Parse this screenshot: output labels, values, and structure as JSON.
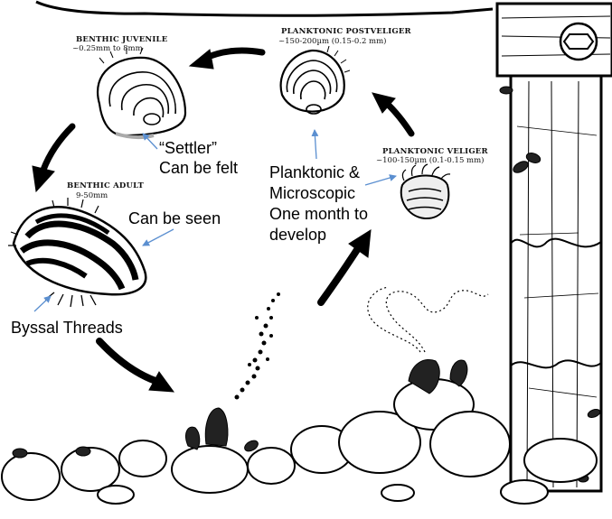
{
  "stages": {
    "benthic_juvenile": {
      "title": "BENTHIC JUVENILE",
      "size": "~0.25mm to 8mm"
    },
    "planktonic_postveliger": {
      "title": "PLANKTONIC POSTVELIGER",
      "size": "~150-200µm  (0.15-0.2 mm)"
    },
    "planktonic_veliger": {
      "title": "PLANKTONIC VELIGER",
      "size": "~100-150µm (0.1-0.15 mm)"
    },
    "benthic_adult": {
      "title": "BENTHIC ADULT",
      "size": "9-50mm"
    }
  },
  "annotations": {
    "settler_line1": "“Settler”",
    "settler_line2": "Can be felt",
    "can_be_seen": "Can be seen",
    "byssal_threads": "Byssal Threads",
    "planktonic_line1": "Planktonic &",
    "planktonic_line2": "Microscopic",
    "planktonic_line3": "One month to",
    "planktonic_line4": "develop"
  },
  "colors": {
    "ink": "#000000",
    "pointer": "#5b8fd0",
    "background": "#ffffff"
  }
}
